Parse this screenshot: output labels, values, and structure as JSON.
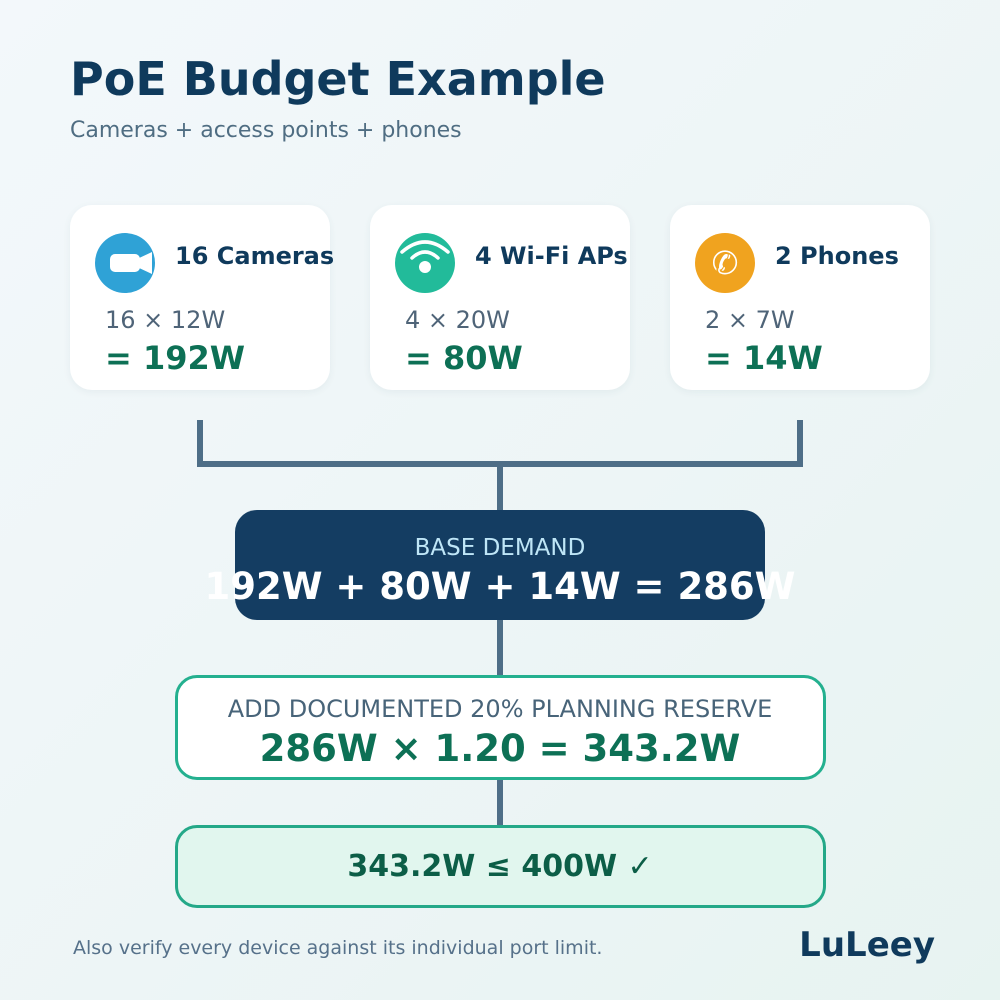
{
  "header": {
    "title": "PoE Budget Example",
    "subtitle": "Cameras + access points + phones"
  },
  "cards": [
    {
      "name": "16 Cameras",
      "formula": "16 × 12W",
      "total": "= 192W",
      "icon": "camera-icon",
      "icon_color": "#2fa2d6"
    },
    {
      "name": "4 Wi-Fi APs",
      "formula": "4 × 20W",
      "total": "= 80W",
      "icon": "wifi-icon",
      "icon_color": "#22bb9a"
    },
    {
      "name": "2 Phones",
      "formula": "2 × 7W",
      "total": "= 14W",
      "icon": "phone-icon",
      "icon_color": "#f0a31f"
    }
  ],
  "base": {
    "label": "BASE DEMAND",
    "formula": "192W + 80W + 14W = 286W"
  },
  "reserve": {
    "label": "ADD DOCUMENTED 20% PLANNING RESERVE",
    "formula": "286W × 1.20 = 343.2W"
  },
  "result": {
    "text": "343.2W ≤ 400W ✓"
  },
  "footer": {
    "note": "Also verify every device against its individual port limit.",
    "brand": "LuLeey"
  },
  "colors": {
    "navy": "#143d62",
    "green": "#0d7055",
    "teal_border": "#24b08f",
    "connector": "#4e6e87"
  }
}
